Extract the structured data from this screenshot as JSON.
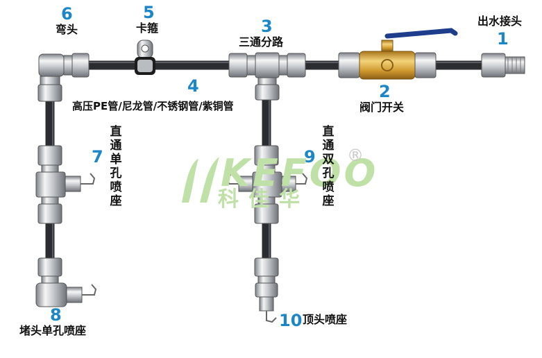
{
  "colors": {
    "pipe": "#2b2d31",
    "fitting_light": "#f2f2f2",
    "fitting_dark": "#8e9399",
    "brass": "#d7a93a",
    "handle": "#1e3e8c",
    "number": "#1d86c6",
    "watermark": "#bfe0a6"
  },
  "parts": [
    {
      "number": "1",
      "label": "出水接头"
    },
    {
      "number": "2",
      "label": "阀门开关"
    },
    {
      "number": "3",
      "label": "三通分路"
    },
    {
      "number": "4",
      "label": "高压PE管/尼龙管/不锈钢管/紫铜管"
    },
    {
      "number": "5",
      "label": "卡箍"
    },
    {
      "number": "6",
      "label": "弯头"
    },
    {
      "number": "7",
      "label": "直通单孔喷座"
    },
    {
      "number": "8",
      "label": "堵头单孔喷座"
    },
    {
      "number": "9",
      "label": "直通双孔喷座"
    },
    {
      "number": "10",
      "label": "顶头喷座"
    }
  ],
  "watermark": {
    "logo": "KEFOO",
    "reg": "®",
    "chinese": "科佳华"
  }
}
